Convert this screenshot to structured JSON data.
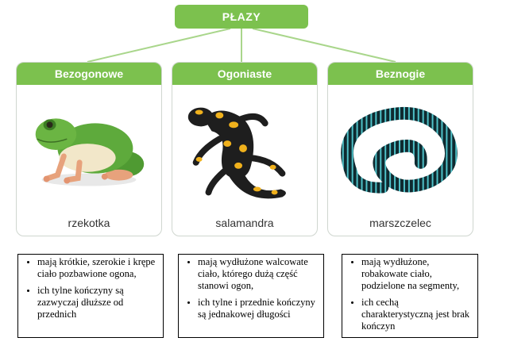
{
  "root": {
    "label": "PŁAZY"
  },
  "groups": [
    {
      "title": "Bezogonowe",
      "animal": "rzekotka",
      "image": "frog",
      "traits": [
        "mają krótkie, szerokie i krępe ciało pozbawione ogona,",
        "ich tylne kończyny są zazwyczaj dłuższe od przednich"
      ]
    },
    {
      "title": "Ogoniaste",
      "animal": "salamandra",
      "image": "salamander",
      "traits": [
        "mają wydłużone walcowate ciało, którego dużą część stanowi ogon,",
        "ich tylne i przednie kończyny są jednakowej długości"
      ]
    },
    {
      "title": "Beznogie",
      "animal": "marszczelec",
      "image": "caecilian",
      "traits": [
        "mają wydłużone, robakowate ciało, podzielone na segmenty,",
        "ich cechą charakterystyczną jest brak kończyn"
      ]
    }
  ],
  "colors": {
    "accent": "#7cc14e",
    "card_border": "#cfd6cf"
  }
}
